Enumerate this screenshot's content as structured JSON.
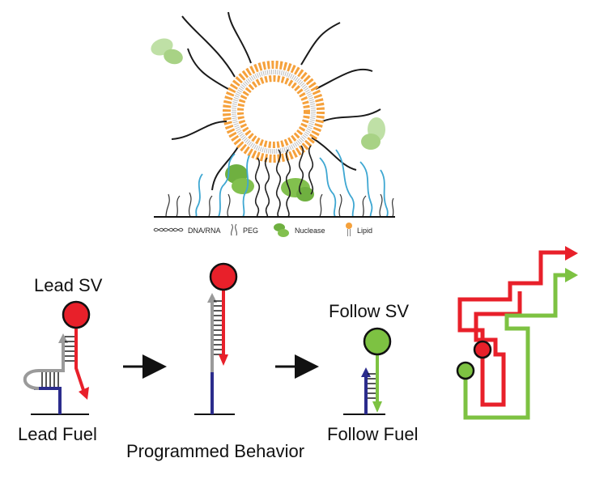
{
  "legend": {
    "dna_rna": "DNA/RNA",
    "peg": "PEG",
    "nuclease": "Nuclease",
    "lipid": "Lipid"
  },
  "labels": {
    "lead_sv": "Lead SV",
    "lead_fuel": "Lead Fuel",
    "programmed_behavior": "Programmed Behavior",
    "follow_sv": "Follow SV",
    "follow_fuel": "Follow Fuel"
  },
  "colors": {
    "lipid_orange": "#F5A13C",
    "nuclease_green": "#7DBF4A",
    "peg_blue": "#3EA7D2",
    "lead_red": "#E8202A",
    "follow_green": "#7DC242",
    "fuel_navy": "#2B2C8C",
    "strand_gray": "#9A9A9A"
  }
}
